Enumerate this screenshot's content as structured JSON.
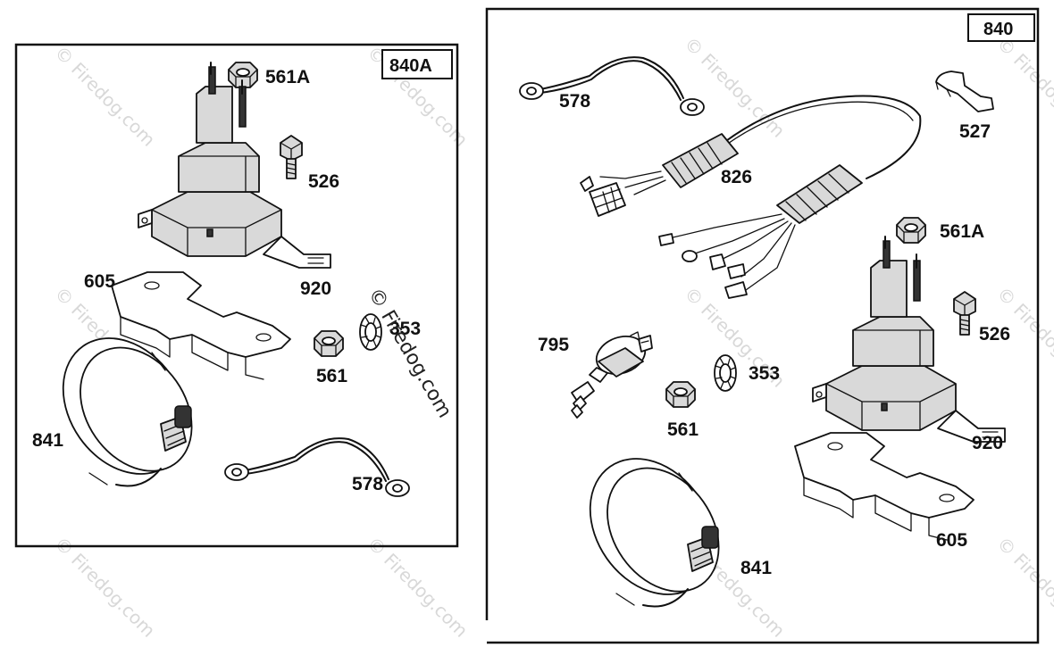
{
  "watermark": {
    "main": "© Firedog.com",
    "faint": "© Firedog.com"
  },
  "kits": [
    {
      "id": "840A",
      "label": "840A",
      "parts": {
        "p561A": "561A",
        "p526": "526",
        "p920": "920",
        "p605": "605",
        "p353": "353",
        "p561": "561",
        "p841": "841",
        "p578": "578"
      }
    },
    {
      "id": "840",
      "label": "840",
      "parts": {
        "p578": "578",
        "p527": "527",
        "p826": "826",
        "p561A": "561A",
        "p526": "526",
        "p795": "795",
        "p353": "353",
        "p561": "561",
        "p920": "920",
        "p605": "605",
        "p841": "841"
      }
    }
  ]
}
